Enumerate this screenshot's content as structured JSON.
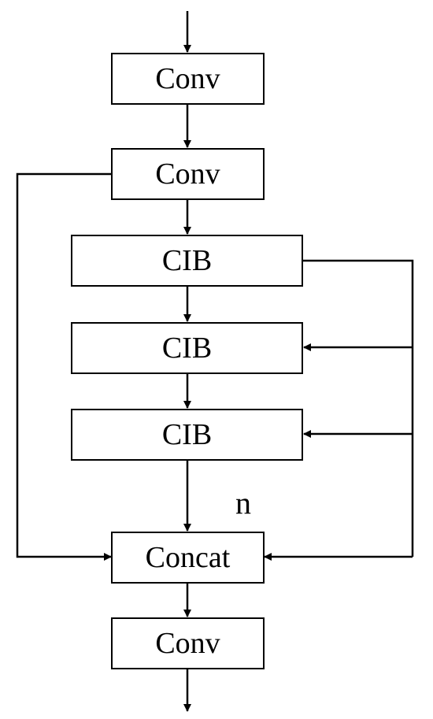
{
  "diagram": {
    "nodes": {
      "conv1": "Conv",
      "conv2": "Conv",
      "cib1": "CIB",
      "cib2": "CIB",
      "cib3": "CIB",
      "concat": "Concat",
      "conv3": "Conv"
    },
    "repeat_label": "n"
  }
}
